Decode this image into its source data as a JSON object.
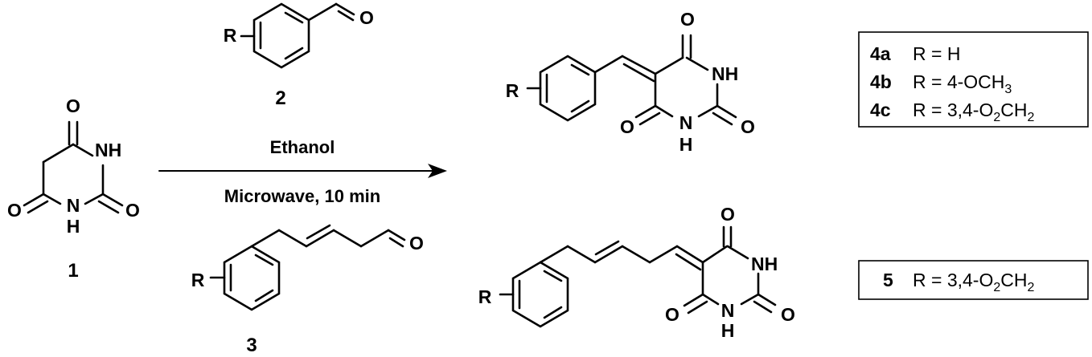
{
  "compounds": {
    "c1": {
      "number": "1",
      "atoms": {
        "o_top": "O",
        "nh": "NH",
        "o_left": "O",
        "o_right": "O",
        "h_bottom": "H"
      }
    },
    "c2": {
      "number": "2",
      "atoms": {
        "r": "R",
        "o": "O"
      }
    },
    "c3": {
      "number": "3",
      "atoms": {
        "r": "R",
        "o": "O"
      }
    },
    "p4": {
      "atoms": {
        "r": "R",
        "o_top": "O",
        "nh": "NH",
        "o_left": "O",
        "o_right": "O",
        "h_bottom": "H"
      }
    },
    "p5": {
      "atoms": {
        "r": "R",
        "o_top": "O",
        "nh": "NH",
        "o_left": "O",
        "o_right": "O",
        "h_bottom": "H"
      }
    }
  },
  "reaction": {
    "solvent": "Ethanol",
    "conditions": "Microwave, 10 min"
  },
  "legend_4": [
    {
      "id": "4a",
      "r_text": "R = H"
    },
    {
      "id": "4b",
      "r_text": "R = 4-OCH",
      "sub": "3"
    },
    {
      "id": "4c",
      "r_text": "R = 3,4-O",
      "sub": "2",
      "tail": "CH",
      "sub2": "2"
    }
  ],
  "legend_5": {
    "id": "5",
    "r_text": "R = 3,4-O",
    "sub": "2",
    "tail": "CH",
    "sub2": "2"
  }
}
